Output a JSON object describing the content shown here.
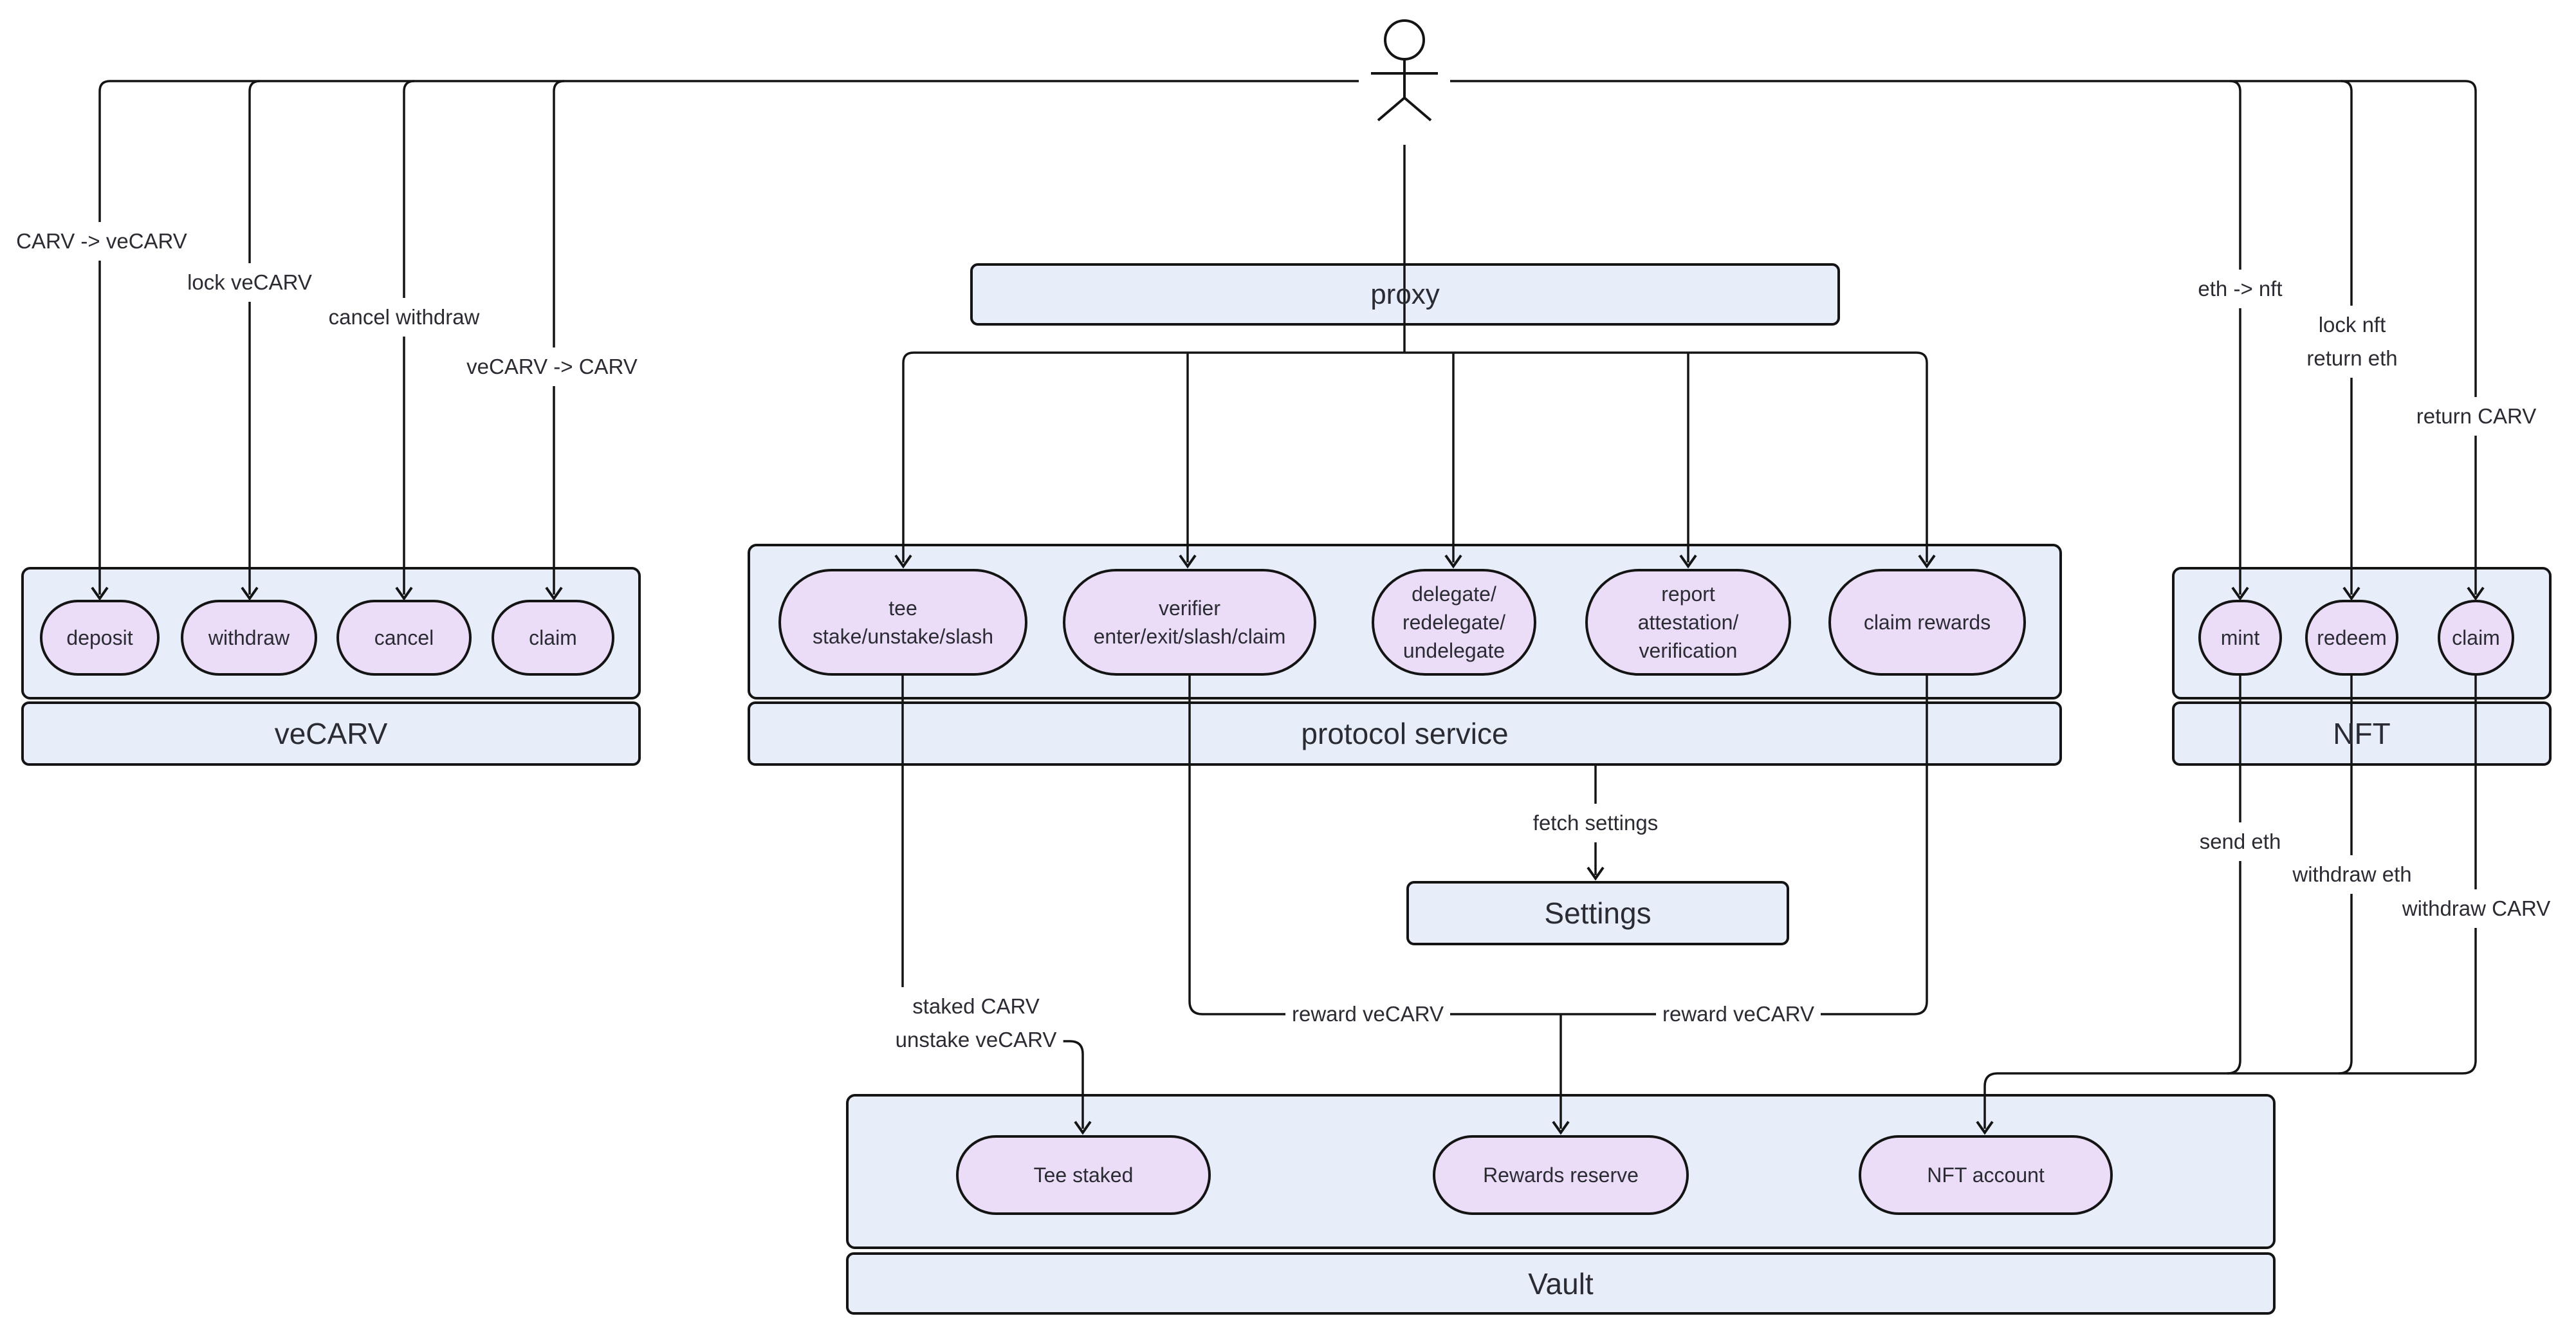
{
  "diagram_type": "flowchart",
  "actor": {
    "icon": "stick-figure-actor"
  },
  "proxy": {
    "label": "proxy"
  },
  "settings": {
    "label": "Settings"
  },
  "clusters": {
    "vecarv": {
      "title": "veCARV",
      "nodes": [
        {
          "lines": [
            "deposit"
          ]
        },
        {
          "lines": [
            "withdraw"
          ]
        },
        {
          "lines": [
            "cancel"
          ]
        },
        {
          "lines": [
            "claim"
          ]
        }
      ]
    },
    "protocol": {
      "title": "protocol service",
      "nodes": [
        {
          "lines": [
            "tee",
            "stake/unstake/slash"
          ]
        },
        {
          "lines": [
            "verifier",
            "enter/exit/slash/claim"
          ]
        },
        {
          "lines": [
            "delegate/",
            "redelegate/",
            "undelegate"
          ]
        },
        {
          "lines": [
            "report",
            "attestation/",
            "verification"
          ]
        },
        {
          "lines": [
            "claim rewards"
          ]
        }
      ]
    },
    "nft": {
      "title": "NFT",
      "nodes": [
        {
          "lines": [
            "mint"
          ]
        },
        {
          "lines": [
            "redeem"
          ]
        },
        {
          "lines": [
            "claim"
          ]
        }
      ]
    },
    "vault": {
      "title": "Vault",
      "nodes": [
        {
          "lines": [
            "Tee staked"
          ]
        },
        {
          "lines": [
            "Rewards reserve"
          ]
        },
        {
          "lines": [
            "NFT account"
          ]
        }
      ]
    }
  },
  "edge_labels": {
    "carv_to_vecarv": {
      "lines": [
        "CARV -> veCARV"
      ]
    },
    "lock_vecarv": {
      "lines": [
        "lock veCARV"
      ]
    },
    "cancel_withdraw": {
      "lines": [
        "cancel withdraw"
      ]
    },
    "vecarv_to_carv": {
      "lines": [
        "veCARV -> CARV"
      ]
    },
    "eth_to_nft": {
      "lines": [
        "eth -> nft"
      ]
    },
    "lock_nft_return_eth": {
      "lines": [
        "lock nft",
        "return eth"
      ]
    },
    "return_carv": {
      "lines": [
        "return CARV"
      ]
    },
    "fetch_settings": {
      "lines": [
        "fetch settings"
      ]
    },
    "send_eth": {
      "lines": [
        "send eth"
      ]
    },
    "withdraw_eth": {
      "lines": [
        "withdraw eth"
      ]
    },
    "withdraw_carv": {
      "lines": [
        "withdraw CARV"
      ]
    },
    "staked_carv_unstake_vecarv": {
      "lines": [
        "staked CARV",
        "unstake veCARV"
      ]
    },
    "reward_vecarv_left": {
      "lines": [
        "reward veCARV"
      ]
    },
    "reward_vecarv_right": {
      "lines": [
        "reward veCARV"
      ]
    }
  },
  "colors": {
    "background": "#FFFFFF",
    "cluster_fill": "#E8EEF9",
    "node_fill": "#EBDDF8",
    "line": "#141414",
    "text": "#2B2B33"
  }
}
